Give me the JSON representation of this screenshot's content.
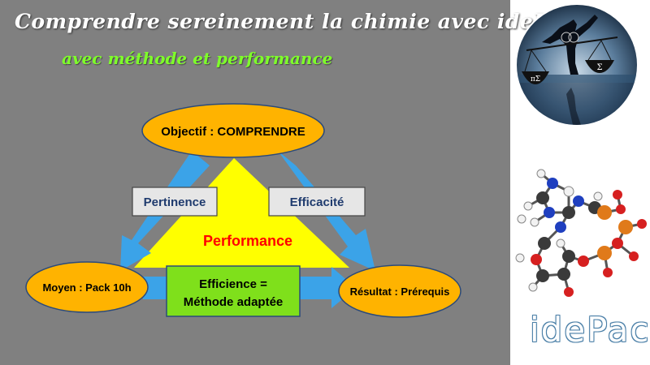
{
  "header": {
    "title": "Comprendre sereinement la chimie avec idePac",
    "subtitle": "avec méthode et performance"
  },
  "diagram": {
    "top": "Objectif : COMPRENDRE",
    "left": "Moyen : Pack 10h",
    "right": "Résultat : Prérequis",
    "side_left": "Pertinence",
    "side_right": "Efficacité",
    "center": "Performance",
    "bottom_line1": "Efficience =",
    "bottom_line2": "Méthode adaptée"
  },
  "logo": {
    "brand": "idePac",
    "symbol_left": "πΣ",
    "symbol_right": "Σ"
  },
  "colors": {
    "background": "#808080",
    "ellipse_fill": "#ffb300",
    "triangle_fill": "#ffff00",
    "arrow": "#3ba3e8",
    "bottom_box": "#7fe01b",
    "side_box": "#e6e6e6",
    "performance_text": "#ff0000",
    "subtitle": "#7fff2a"
  }
}
